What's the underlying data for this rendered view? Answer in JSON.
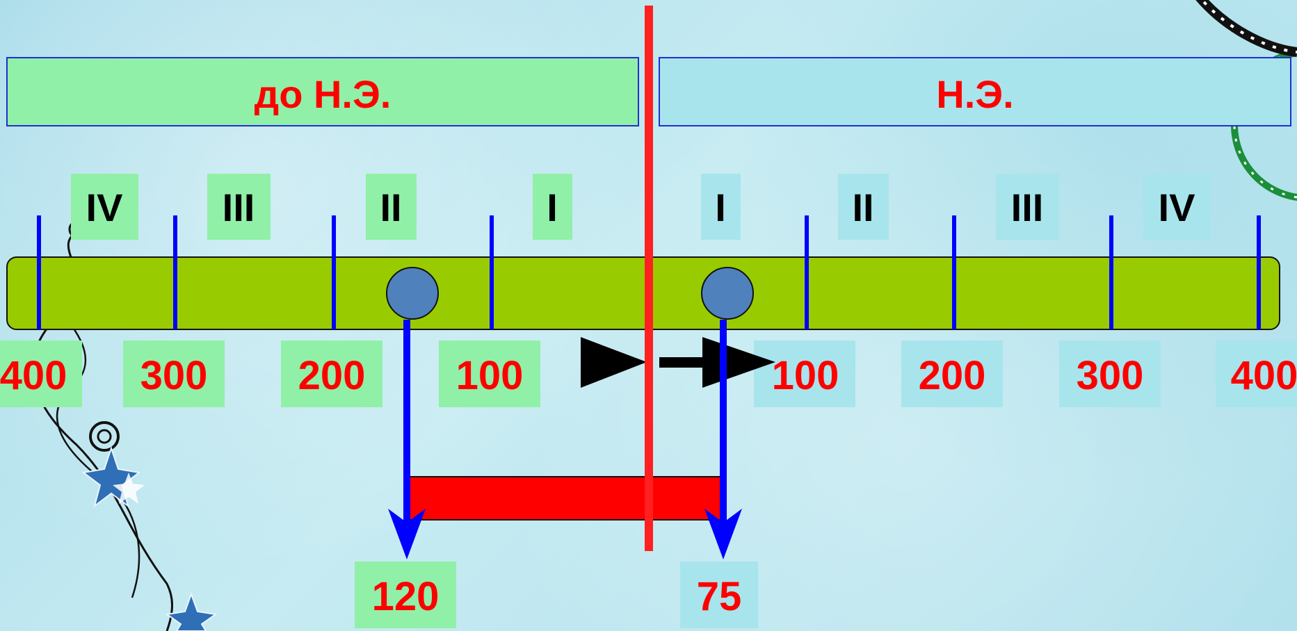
{
  "headers": {
    "bc": "до Н.Э.",
    "ad": "Н.Э."
  },
  "centuries": {
    "bc": [
      "IV",
      "III",
      "II",
      "I"
    ],
    "ad": [
      "I",
      "II",
      "III",
      "IV"
    ]
  },
  "years": {
    "bc": [
      "400",
      "300",
      "200",
      "100"
    ],
    "ad": [
      "100",
      "200",
      "300",
      "400"
    ]
  },
  "events": {
    "start_label": "120",
    "end_label": "75"
  },
  "colors": {
    "timeline_bar": "#99cc00",
    "tick": "#0000ff",
    "label_red": "#ff0000",
    "era_divider": "#ff2020",
    "marker": "#4f81bd",
    "span_bar": "#ff0000",
    "bc_box": "#90f0a8",
    "ad_box": "#a8e4ec"
  },
  "icons": {
    "direction": "right-arrow-icon",
    "decor_left": "swirl-stars-decoration",
    "decor_right": "film-reel-decoration"
  }
}
